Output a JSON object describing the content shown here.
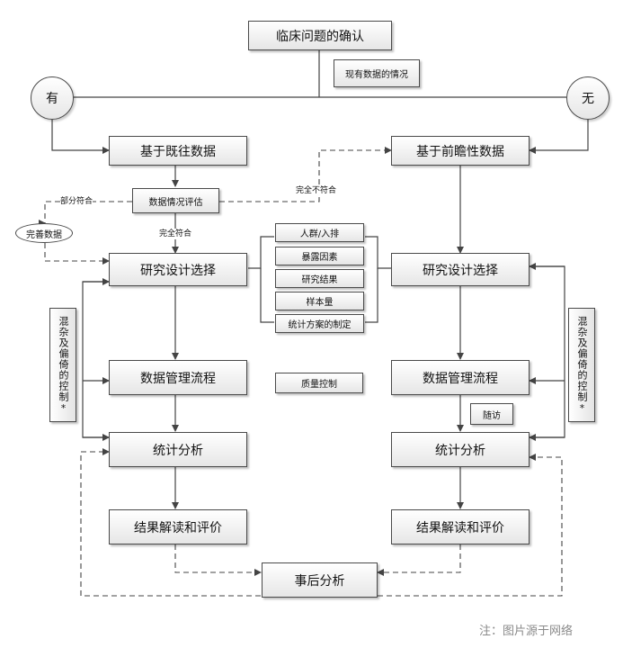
{
  "nodes": {
    "top": "临床问题的确认",
    "existing_data_note": "现有数据的情况",
    "yes": "有",
    "no": "无",
    "left_base": "基于既往数据",
    "right_base": "基于前瞻性数据",
    "data_eval": "数据情况评估",
    "perfect_data": "完善数据",
    "left_design": "研究设计选择",
    "right_design": "研究设计选择",
    "left_mgmt": "数据管理流程",
    "right_mgmt": "数据管理流程",
    "left_stat": "统计分析",
    "right_stat": "统计分析",
    "left_result": "结果解读和评价",
    "right_result": "结果解读和评价",
    "post_analysis": "事后分析",
    "quality_control": "质量控制",
    "followup": "随访",
    "confound_left": "混杂及偏倚的控制*",
    "confound_right": "混杂及偏倚的控制*"
  },
  "design_items": [
    "人群/入排",
    "暴露因素",
    "研究结果",
    "样本量",
    "统计方案的制定"
  ],
  "edge_labels": {
    "partial": "部分符合",
    "complete": "完全符合",
    "not_match": "完全不符合"
  },
  "footer_note": "注：图片源于网络"
}
